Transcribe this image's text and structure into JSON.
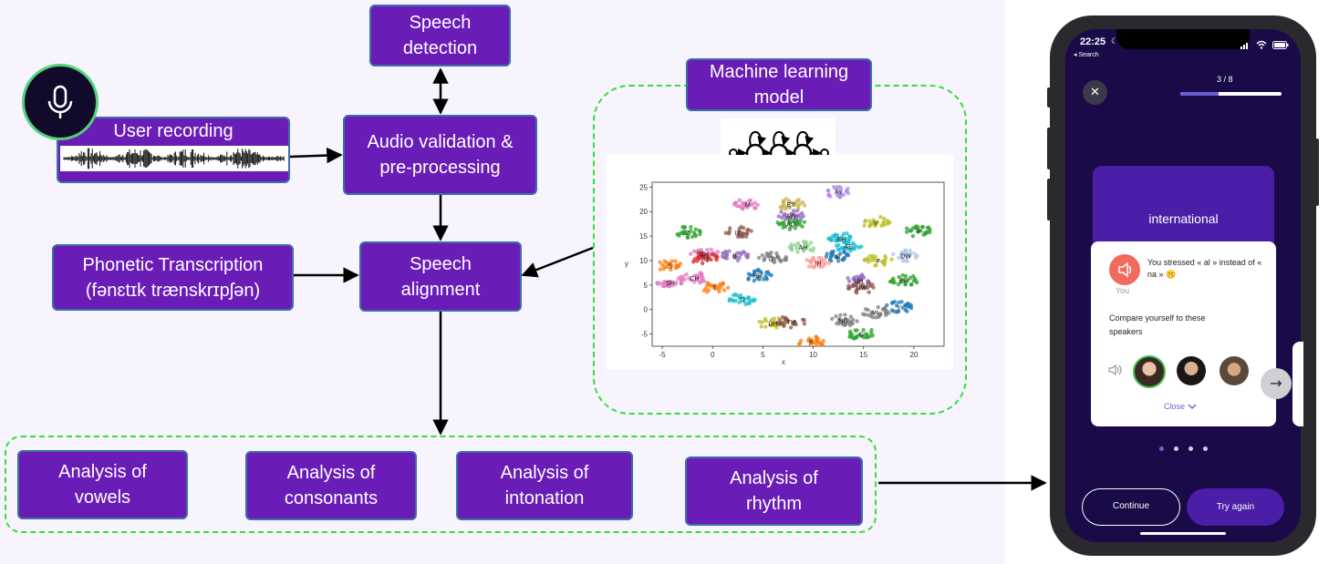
{
  "diagram": {
    "speech_detection": "Speech\ndetection",
    "user_recording": "User recording",
    "audio_validation": "Audio validation &\npre-processing",
    "phonetic_transcription": "Phonetic Transcription\n(fənɛtɪk trænskrɪpʃən)",
    "speech_alignment": "Speech\nalignment",
    "ml_model": "Machine learning\nmodel",
    "analysis": [
      "Analysis of\nvowels",
      "Analysis of\nconsonants",
      "Analysis of\nintonation",
      "Analysis of\nrhythm"
    ]
  },
  "chart_data": {
    "type": "scatter",
    "xlabel": "x",
    "ylabel": "y",
    "xlim": [
      -6,
      23
    ],
    "ylim": [
      -7.5,
      26
    ],
    "xticks": [
      -5,
      0,
      5,
      10,
      15,
      20
    ],
    "yticks": [
      -5,
      0,
      5,
      10,
      15,
      20,
      25
    ],
    "clusters": [
      {
        "label": "AY",
        "x": 12.5,
        "y": 24.0,
        "color": "#b388e8"
      },
      {
        "label": "M",
        "x": 3.5,
        "y": 21.5,
        "color": "#e377c2"
      },
      {
        "label": "EY",
        "x": 7.8,
        "y": 21.5,
        "color": "#c9b24e"
      },
      {
        "label": "AW",
        "x": 7.8,
        "y": 19.2,
        "color": "#9467bd"
      },
      {
        "label": "AO",
        "x": 7.8,
        "y": 17.5,
        "color": "#2ca02c"
      },
      {
        "label": "V",
        "x": 16.2,
        "y": 17.8,
        "color": "#bcbd22"
      },
      {
        "label": "P",
        "x": 20.5,
        "y": 16.0,
        "color": "#2ca02c"
      },
      {
        "label": "Z",
        "x": -2.5,
        "y": 15.8,
        "color": "#2ca02c"
      },
      {
        "label": "IY",
        "x": 2.5,
        "y": 15.8,
        "color": "#8c564b"
      },
      {
        "label": "EH",
        "x": 12.8,
        "y": 14.5,
        "color": "#17becf"
      },
      {
        "label": "AH",
        "x": 9.0,
        "y": 12.8,
        "color": "#8fd18f"
      },
      {
        "label": "AE",
        "x": 13.5,
        "y": 13.0,
        "color": "#17becf"
      },
      {
        "label": "ZH",
        "x": -0.8,
        "y": 11.5,
        "color": "#e377c2"
      },
      {
        "label": "JH",
        "x": -0.8,
        "y": 10.5,
        "color": "#d62728"
      },
      {
        "label": "B",
        "x": 2.2,
        "y": 11.0,
        "color": "#9467bd"
      },
      {
        "label": "OY",
        "x": 6.0,
        "y": 10.5,
        "color": "#7f7f7f"
      },
      {
        "label": "R",
        "x": 12.5,
        "y": 10.8,
        "color": "#1f77b4"
      },
      {
        "label": "DW",
        "x": 19.2,
        "y": 11.0,
        "color": "#aec7e8"
      },
      {
        "label": "IH",
        "x": 10.5,
        "y": 9.5,
        "color": "#ff9896"
      },
      {
        "label": "F",
        "x": 16.5,
        "y": 10.0,
        "color": "#bcbd22"
      },
      {
        "label": "S",
        "x": -4.2,
        "y": 9.0,
        "color": "#ff7f0e"
      },
      {
        "label": "HH",
        "x": 4.5,
        "y": 7.0,
        "color": "#1f77b4"
      },
      {
        "label": "CH",
        "x": -1.8,
        "y": 6.5,
        "color": "#e377c2"
      },
      {
        "label": "UH",
        "x": 14.5,
        "y": 6.0,
        "color": "#9467bd"
      },
      {
        "label": "ER",
        "x": 19.0,
        "y": 6.0,
        "color": "#2ca02c"
      },
      {
        "label": "UW",
        "x": 14.8,
        "y": 4.5,
        "color": "#8c564b"
      },
      {
        "label": "SH",
        "x": -4.2,
        "y": 5.5,
        "color": "#e377c2"
      },
      {
        "label": "T",
        "x": 0.2,
        "y": 4.5,
        "color": "#ff7f0e"
      },
      {
        "label": "D",
        "x": 3.0,
        "y": 2.2,
        "color": "#17becf"
      },
      {
        "label": "Y",
        "x": 18.5,
        "y": 0.5,
        "color": "#1f77b4"
      },
      {
        "label": "W",
        "x": 16.2,
        "y": -0.5,
        "color": "#7f7f7f"
      },
      {
        "label": "NG",
        "x": 13.0,
        "y": -2.2,
        "color": "#7f7f7f"
      },
      {
        "label": "DH",
        "x": 6.0,
        "y": -2.8,
        "color": "#bcbd22"
      },
      {
        "label": "TH",
        "x": 7.8,
        "y": -2.5,
        "color": "#8c564b"
      },
      {
        "label": "G",
        "x": 14.8,
        "y": -5.0,
        "color": "#2ca02c"
      },
      {
        "label": "K",
        "x": 9.8,
        "y": -6.5,
        "color": "#ff7f0e"
      }
    ]
  },
  "phone": {
    "time": "22:25",
    "back_label": "◂ Search",
    "progress_text": "3 / 8",
    "progress_fraction": 0.375,
    "word": "international",
    "feedback": "You stressed « al » instead of « na » 🤫",
    "you_label": "You",
    "compare_text": "Compare yourself to these speakers",
    "close_label": "Close",
    "continue_label": "Continue",
    "try_again_label": "Try again",
    "close_icon": "✕",
    "arrow_icon": "→",
    "colors": {
      "accent": "#4a1ea6",
      "speaker_red": "#f06b5e",
      "screen_bg": "#1a0a48"
    }
  }
}
